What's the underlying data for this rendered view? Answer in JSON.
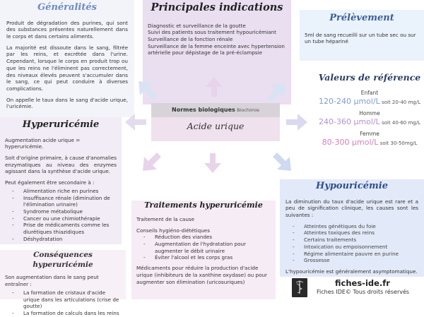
{
  "generalites": {
    "title": "Généralités",
    "p1": "Produit de dégradation des purines, qui sont des substances présentes naturellement dans le corps et dans certains aliments.",
    "p2": "La majorité est dissoute dans le sang, filtrée par les reins, et excrétée dans l'urine. Cependant, lorsque le corps en produit trop ou que les reins ne l'éliminent pas correctement, des niveaux élevés peuvent s'accumuler dans le sang, ce qui peut conduire à diverses complications.",
    "p3": "On appelle le taux dans le sang d'acide urique, l'uricémie."
  },
  "indications": {
    "title": "Principales indications",
    "items": [
      "Diagnostic et surveillance de la goutte",
      "Suivi des patients sous traitement hypouricémiant",
      "Surveillance de la fonction rénale",
      "Surveillance de la femme enceinte avec hypertension artérielle pour dépistage de la pré-éclampsie"
    ]
  },
  "prelevement": {
    "title": "Prélèvement",
    "text": "5ml de sang recueilli sur un tube sec ou sur un tube hépariné"
  },
  "references": {
    "title": "Valeurs de référence",
    "rows": [
      {
        "label": "Enfant",
        "value": "120-240 µmol/L",
        "conv": "soit 20-40 mg/L"
      },
      {
        "label": "Homme",
        "value": "240-360 µmol/L",
        "conv": "soit 40-60 mg/L"
      },
      {
        "label": "Femme",
        "value": "80-300 µmol/L",
        "conv": "soit 30-50mg/L"
      }
    ]
  },
  "center": {
    "header": "Normes biologiques",
    "category": "Biochimie",
    "title": "Acide urique"
  },
  "hyper": {
    "title": "Hyperuricémie",
    "p1": "Augmentation acide urique = hyperuricémie.",
    "p2": "Soit d'origine primaire, à cause d'anomalies enzymatiques au niveau des enzymes agissant dans la synthèse d'acide urique.",
    "p3": "Peut également être secondaire à :",
    "items": [
      "Alimentation riche en purines",
      "Insuffisance rénale (diminution de l'élimination urinaire)",
      "Syndrome métabolique",
      "Cancer ou une chimiothérapie",
      "Prise de médicaments comme les diurétiques thiazidiques",
      "Déshydratation"
    ]
  },
  "consequences": {
    "title": "Conséquences hyperuricémie",
    "intro": "Son augmentation dans le sang peut entraîner :",
    "items": [
      "La formation de cristaux d'acide urique dans les articulations (crise de goutte)",
      "La formation de calculs dans les reins"
    ]
  },
  "traitements": {
    "title": "Traitements hyperuricémie",
    "p1": "Traitement de la cause",
    "p2": "Conseils hygiéno-diététiques",
    "items": [
      "Réduction des viandes",
      "Augmentation de l'hydratation pour augmenter le débit urinaire",
      "Éviter l'alcool et les corps gras"
    ],
    "p3": "Médicaments pour réduire la production d'acide urique (inhibiteurs de la xanthine oxydase) ou pour augmenter son élimination (uricosuriques)"
  },
  "hypo": {
    "title": "Hypouricémie",
    "intro": "La diminution du taux d'acide urique est rare et a peu de signification clinique, les causes sont les suivantes :",
    "items": [
      "Atteintes génétiques du foie",
      "Atteintes toxiques des reins",
      "Certains traitements",
      "Intoxication ou empoisonnement",
      "Régime alimentaire pauvre en purine",
      "Grossesse"
    ],
    "outro": "L'hypouricémie est généralement asymptomatique."
  },
  "footer": {
    "brand": "fiches-ide.fr",
    "copyright": "Fiches IDE© Tous droits réservés"
  },
  "colors": {
    "value_blue": "#7f9bd6",
    "value_pink": "#d47fb8",
    "value_purple": "#b48fd4"
  }
}
